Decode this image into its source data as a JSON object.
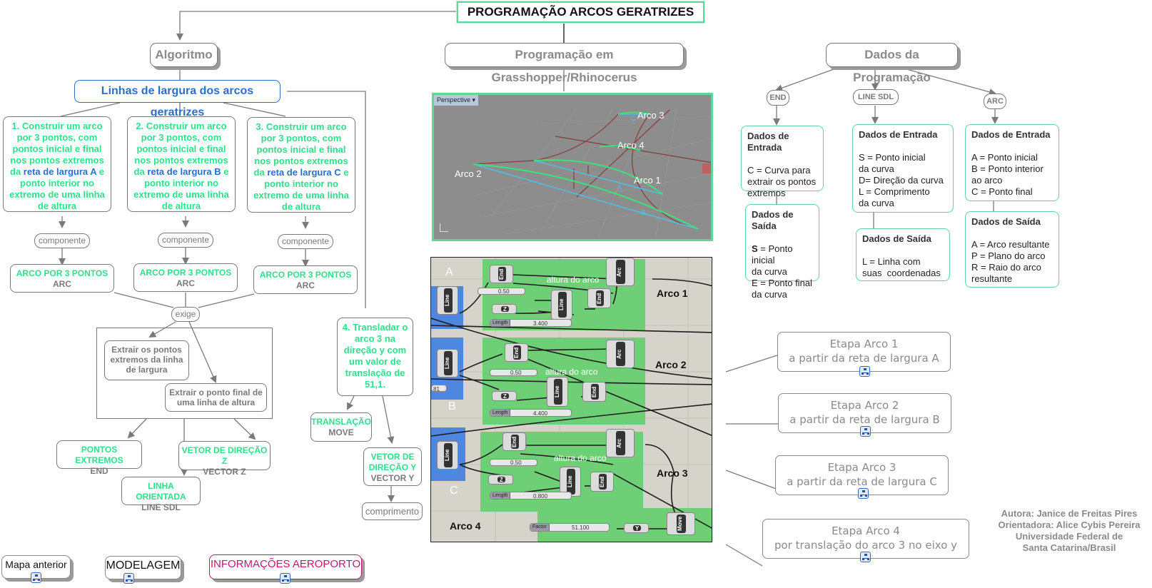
{
  "title": "PROGRAMAÇÃO ARCOS GERATRIZES",
  "branches": {
    "algoritmo": "Algoritmo",
    "grasshopper": "Programação em Grasshopper/Rhinocerus",
    "dados": "Dados da Programação"
  },
  "algoritmo": {
    "subtitle": "Linhas de largura dos arcos geratrizes",
    "steps": [
      {
        "pre": "1. Construir um arco por 3 pontos, com pontos inicial e final nos pontos extremos da ",
        "highlight": "reta de largura A",
        "post": " e ponto interior no extremo de uma linha de altura"
      },
      {
        "pre": "2. Construir um arco por 3 pontos, com pontos inicial e final nos pontos extremos da ",
        "highlight": "reta de largura B",
        "post": " e ponto interior no extremo de uma linha de altura"
      },
      {
        "pre": "3. Construir um arco por 3 pontos, com pontos inicial e final nos pontos extremos da ",
        "highlight": "reta de largura C",
        "post": " e ponto interior no extremo de uma linha de altura"
      }
    ],
    "link_componente": "componente",
    "arc_components": [
      {
        "name": "ARCO POR 3 PONTOS",
        "code": "ARC"
      },
      {
        "name": "ARCO POR 3 PONTOS",
        "code": "ARC"
      },
      {
        "name": "ARCO POR 3 PONTOS",
        "code": "ARC"
      }
    ],
    "link_exige": "exige",
    "extract": [
      "Extrair os pontos extremos da linha de largura",
      "Extrair o ponto final de uma linha de altura"
    ],
    "outputs": [
      {
        "name": "PONTOS EXTREMOS",
        "code": "END"
      },
      {
        "name": "LINHA ORIENTADA",
        "code": "LINE SDL"
      },
      {
        "name": "VETOR DE DIREÇÃO Z",
        "code": "VECTOR Z"
      }
    ],
    "step4": "4. Transladar o arco 3 na direção y com um valor de translação de 51,1.",
    "translacao": {
      "name": "TRANSLAÇÃO",
      "code": "MOVE"
    },
    "vetor_y": {
      "name": "VETOR DE DIREÇÃO Y",
      "code": "VECTOR Y"
    },
    "comprimento": "comprimento"
  },
  "viewport": {
    "name": "Perspective",
    "labels": [
      "Arco 3",
      "Arco 4",
      "Arco 2",
      "Arco 1"
    ],
    "line_labels": [
      "A",
      "B",
      "C"
    ]
  },
  "grasshopper": {
    "groups": [
      {
        "label": "Arco 1",
        "line": "A",
        "slider_value": "0.50",
        "length_value": "3.400"
      },
      {
        "label": "Arco 2",
        "line": "B",
        "slider_value": "0.50",
        "length_value": "4.400"
      },
      {
        "label": "Arco 3",
        "line": "C",
        "slider_value": "0.50",
        "length_value": "0.800"
      }
    ],
    "altura_label": "altura do arco",
    "length_label": "Length",
    "factor_label": "Factor",
    "factor_value": "51.100",
    "arco4_label": "Arco 4",
    "components": {
      "end": "End",
      "line": "Line",
      "arc": "Arc",
      "move": "Move",
      "z": "Z",
      "y": "Y"
    },
    "b_slider_value": "81"
  },
  "dados": {
    "components": [
      "END",
      "LINE SDL",
      "ARC"
    ],
    "end": {
      "entrada_title": "Dados de Entrada",
      "entrada": [
        "C = Curva para",
        "extrair os pontos",
        "extremos"
      ],
      "saida_title": "Dados de Saída",
      "saida": [
        "S = Ponto inicial",
        "da curva",
        "E = Ponto final",
        "da curva"
      ]
    },
    "line": {
      "entrada_title": "Dados de Entrada",
      "entrada": [
        "S = Ponto inicial",
        "da curva",
        "D= Direção da curva",
        "L = Comprimento",
        "da curva"
      ],
      "saida_title": "Dados de Saída",
      "saida": [
        "L = Linha com",
        "suas  coordenadas"
      ]
    },
    "arc": {
      "entrada_title": "Dados de Entrada",
      "entrada": [
        "A = Ponto inicial",
        "B = Ponto interior",
        "ao arco",
        "C = Ponto final"
      ],
      "saida_title": "Dados de Saída",
      "saida": [
        "A = Arco resultante",
        "P = Plano do arco",
        "R = Raio do arco",
        "resultante"
      ]
    }
  },
  "etapas": [
    {
      "title": "Etapa Arco 1",
      "desc": "a partir da reta de largura A"
    },
    {
      "title": "Etapa Arco 2",
      "desc": "a partir da reta de largura B"
    },
    {
      "title": "Etapa Arco 3",
      "desc": "a partir da reta de largura C"
    },
    {
      "title": "Etapa Arco 4",
      "desc": "por translação do arco 3 no eixo y"
    }
  ],
  "credits": [
    "Autora: Janice de Freitas Pires",
    "Orientadora: Alice Cybis Pereira",
    "Universidade Federal de",
    "Santa Catarina/Brasil"
  ],
  "nav": {
    "previous": "Mapa anterior",
    "modelagem": "MODELAGEM",
    "aeroporto": "INFORMAÇÕES AEROPORTO"
  },
  "colors": {
    "green": "#2ee08a",
    "blue": "#2a6fd0",
    "gray": "#8a8a8a",
    "magenta": "#c0186e",
    "title_border": "#5fd79a"
  }
}
